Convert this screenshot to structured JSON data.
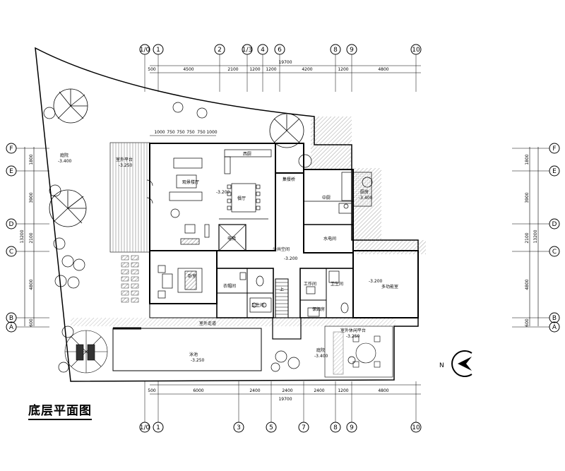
{
  "title": "底层平面图",
  "axes_top": [
    "1/0",
    "1",
    "2",
    "1/3",
    "4",
    "6",
    "8",
    "9",
    "10"
  ],
  "axes_bottom": [
    "1/0",
    "1",
    "3",
    "5",
    "7",
    "8",
    "9",
    "10"
  ],
  "axes_left": [
    "F",
    "E",
    "D",
    "C",
    "B",
    "A"
  ],
  "axes_right": [
    "F",
    "E",
    "D",
    "C",
    "B",
    "A"
  ],
  "dims_top": [
    "500",
    "4500",
    "2100",
    "1200",
    "1200",
    "4200",
    "1200",
    "4800"
  ],
  "dims_top_total": "19700",
  "dims_bottom": [
    "500",
    "6000",
    "2400",
    "2400",
    "2400",
    "1200",
    "4800"
  ],
  "dims_bottom_total": "19700",
  "dims_left": [
    "1800",
    "3900",
    "2100",
    "4800",
    "600"
  ],
  "dims_left_total": "13200",
  "dims_right": [
    "1800",
    "3900",
    "2100",
    "4800",
    "600"
  ],
  "dims_right_total": "13200",
  "dims_sub": [
    "1000",
    "750",
    "750",
    "750",
    "750",
    "1000"
  ],
  "rooms": {
    "garden_top": "庭院",
    "garden_top_level": "-3.400",
    "terrace_left": "室外平台",
    "terrace_left_level": "-3.250",
    "sunken_living": "观景楼厅",
    "living_level": "-3.200",
    "dining": "餐厅",
    "bar": "西厨",
    "island": "集餐桥",
    "kitchen": "中厨",
    "kitchen_level": "-3.400",
    "kitchen_side": "厨房",
    "elevator": "电梯",
    "water_room": "水电间",
    "public_space": "公共空间",
    "public_level": "-3.200",
    "bedroom": "卧室",
    "closet": "衣帽间",
    "bath_a": "卫生间",
    "work_room": "工作间",
    "bath_b": "卫生间",
    "nanny": "保姆房",
    "multi": "多功能室",
    "multi_level": "-3.200",
    "stairs_up": "上",
    "corridor": "室外走道",
    "pool": "泳池",
    "pool_level": "-3.250",
    "garden_bottom": "庭院",
    "garden_bottom_level": "-3.400",
    "terrace_bottom": "室外休闲平台",
    "terrace_bottom_level": "-3.250"
  },
  "compass_label": "N"
}
